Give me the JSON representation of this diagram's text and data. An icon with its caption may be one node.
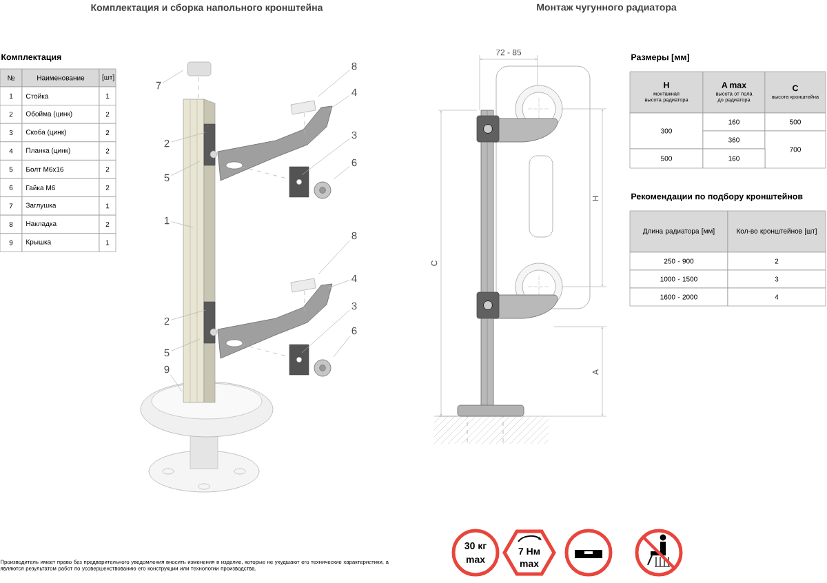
{
  "diagram": {
    "title": "Комплектация и сборка напольного кронштейна",
    "caption": "Производитель имеет право без предварительного уведомления вносить изменения в изделие, которые не ухудшают его технические характеристики, а являются результатом работ по усовершенствованию его конструкции или технологии производства.",
    "nodes": [
      {
        "text": [
          "7"
        ]
      },
      {
        "text": [
          "8"
        ]
      },
      {
        "text": [
          "4"
        ]
      },
      {
        "text": [
          "2"
        ]
      },
      {
        "text": [
          "3"
        ]
      },
      {
        "text": [
          "5"
        ]
      },
      {
        "text": [
          "6"
        ]
      },
      {
        "text": [
          "1"
        ]
      },
      {
        "text": [
          "8"
        ]
      },
      {
        "text": [
          "4"
        ]
      },
      {
        "text": [
          "2"
        ]
      },
      {
        "text": [
          "3"
        ]
      },
      {
        "text": [
          "5"
        ]
      },
      {
        "text": [
          "6"
        ]
      },
      {
        "text": [
          "9"
        ]
      }
    ],
    "edges": [
      {
        "from": 0,
        "to": null,
        "arrow": "none"
      },
      {
        "from": 1,
        "to": null,
        "arrow": "none"
      },
      {
        "from": 2,
        "to": null,
        "arrow": "none"
      },
      {
        "from": 3,
        "to": null,
        "arrow": "none"
      },
      {
        "from": 4,
        "to": null,
        "arrow": "none"
      },
      {
        "from": 5,
        "to": null,
        "arrow": "none"
      },
      {
        "from": 6,
        "to": null,
        "arrow": "none"
      },
      {
        "from": 7,
        "to": null,
        "arrow": "none"
      },
      {
        "from": 8,
        "to": null,
        "arrow": "none"
      },
      {
        "from": 9,
        "to": null,
        "arrow": "none"
      },
      {
        "from": 10,
        "to": null,
        "arrow": "none"
      },
      {
        "from": 11,
        "to": null,
        "arrow": "none"
      },
      {
        "from": 12,
        "to": null,
        "arrow": "none"
      },
      {
        "from": 13,
        "to": null,
        "arrow": "none"
      },
      {
        "from": 14,
        "to": null,
        "arrow": "none"
      }
    ],
    "labels": [
      "Комплектация",
      "№",
      "Наименование",
      "[шт]",
      "1",
      "Стойка",
      "1",
      "2",
      "Обойма (цинк)",
      "2",
      "3",
      "Скоба (цинк)",
      "2",
      "4",
      "Планка (цинк)",
      "2",
      "5",
      "Болт М6х16",
      "2",
      "6",
      "Гайка М6",
      "2",
      "7",
      "Заглушка",
      "1",
      "8",
      "Накладка",
      "2",
      "9",
      "Крышка",
      "1",
      "Размеры [мм]",
      "H",
      "монтажная высота радиатора",
      "A max",
      "высота от пола до радиатора",
      "C",
      "высота кронштейна",
      "300",
      "160",
      "500",
      "360",
      "700",
      "500",
      "160",
      "Рекомендации по подбору кронштейнов",
      "Длина радиатора [мм]",
      "Кол-во кронштейнов [шт]",
      "250 - 900",
      "2",
      "1000 - 1500",
      "3",
      "1600 - 2000",
      "4",
      "72 - 85",
      "H",
      "C",
      "A",
      "30 кг",
      "max",
      "7 Нм",
      "max",
      "Монтаж чугунного радиатора"
    ]
  }
}
